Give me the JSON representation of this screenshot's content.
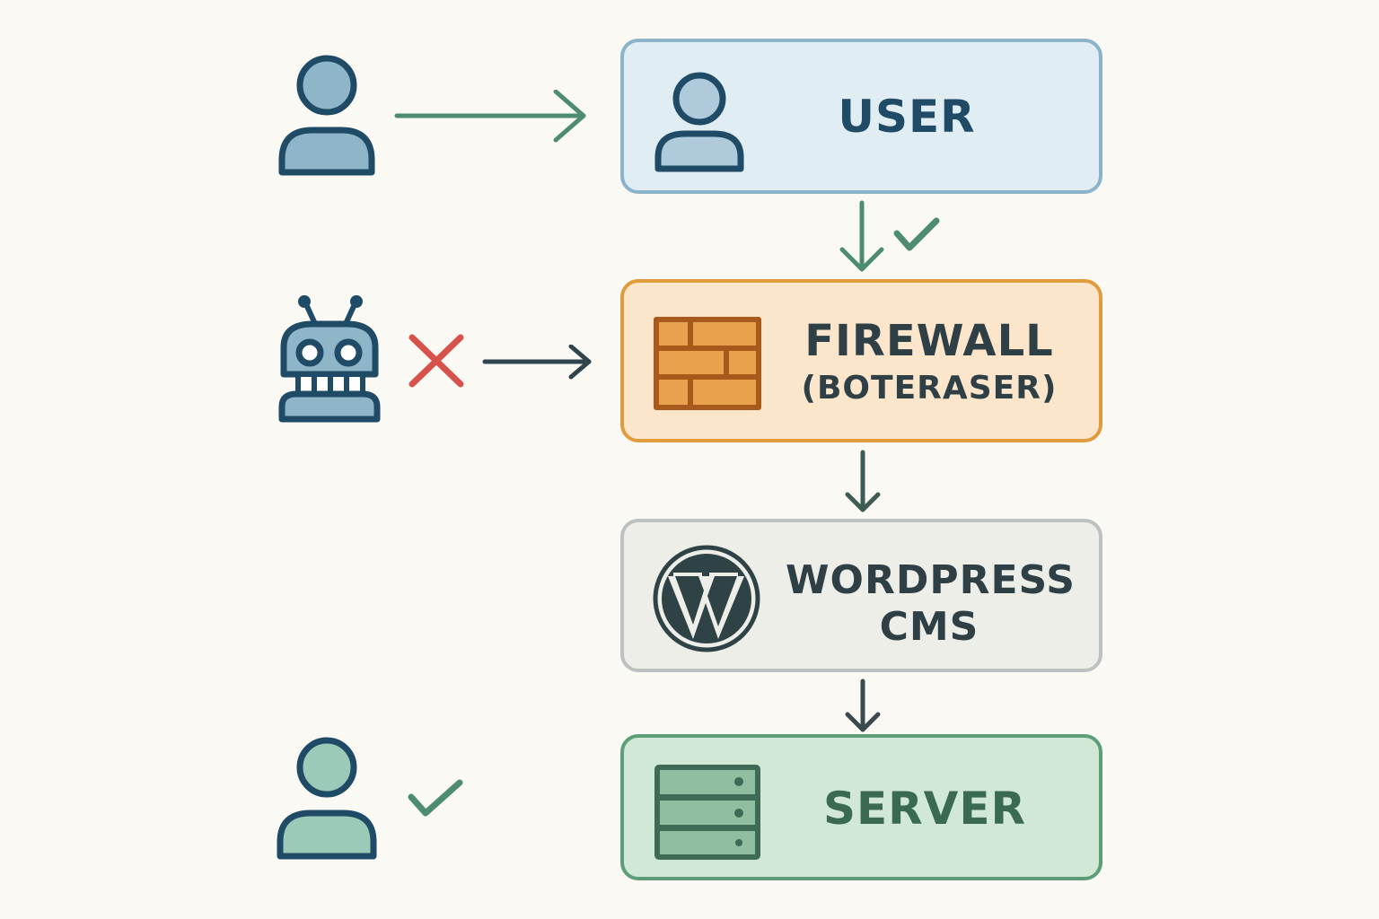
{
  "diagram": {
    "title": "",
    "nodes": [
      {
        "id": "user",
        "label": "USER",
        "icon": "user-icon",
        "color_fill": "#e0eef3",
        "color_border": "#8bb3c9",
        "text_color": "#1f4b66"
      },
      {
        "id": "firewall",
        "label_line1": "FIREWALL",
        "label_line2": "(BOTERASER)",
        "icon": "brick-wall-icon",
        "color_fill": "#fbe6cc",
        "color_border": "#e09b3d",
        "text_color": "#2f3f46"
      },
      {
        "id": "wordpress",
        "label_line1": "WORDPRESS",
        "label_line2": "CMS",
        "icon": "wordpress-logo-icon",
        "color_fill": "#eeeee9",
        "color_border": "#bcc2c1",
        "text_color": "#2f3f46"
      },
      {
        "id": "server",
        "label": "SERVER",
        "icon": "server-rack-icon",
        "color_fill": "#d2e8d7",
        "color_border": "#5d9e78",
        "text_color": "#3a6b52"
      }
    ],
    "actors": [
      {
        "id": "human-visitor",
        "icon": "user-icon",
        "status": "allowed",
        "points_to": "user"
      },
      {
        "id": "bot",
        "icon": "robot-icon",
        "status": "blocked",
        "status_icon": "x-mark-icon",
        "points_to": "firewall"
      },
      {
        "id": "verified-user",
        "icon": "user-icon",
        "status": "allowed",
        "status_icon": "checkmark-icon"
      }
    ],
    "edges": [
      {
        "from": "human-visitor",
        "to": "user",
        "color": "#4e8c72"
      },
      {
        "from": "bot",
        "to": "firewall",
        "color": "#2f444c"
      },
      {
        "from": "user",
        "to": "firewall",
        "color": "#4e8c72",
        "annotation": "checkmark-icon"
      },
      {
        "from": "firewall",
        "to": "wordpress",
        "color": "#3d5c56"
      },
      {
        "from": "wordpress",
        "to": "server",
        "color": "#3b4a4c"
      }
    ],
    "colors": {
      "allowed": "#4e8c72",
      "blocked": "#d6524a",
      "outline": "#1f4b66"
    }
  }
}
